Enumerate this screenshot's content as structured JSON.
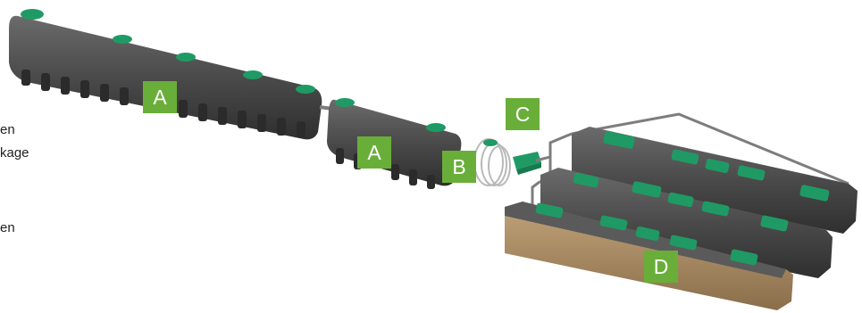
{
  "side_text": [
    "en",
    "kage",
    "en"
  ],
  "labels": [
    "A",
    "A",
    "B",
    "C",
    "D"
  ],
  "colors": {
    "label_green": "#6aae3a",
    "tank_dark": "#4a4a4a",
    "cap_green": "#1f9a64",
    "gravel": "#a78a63",
    "pipe": "#7d7d7d"
  }
}
